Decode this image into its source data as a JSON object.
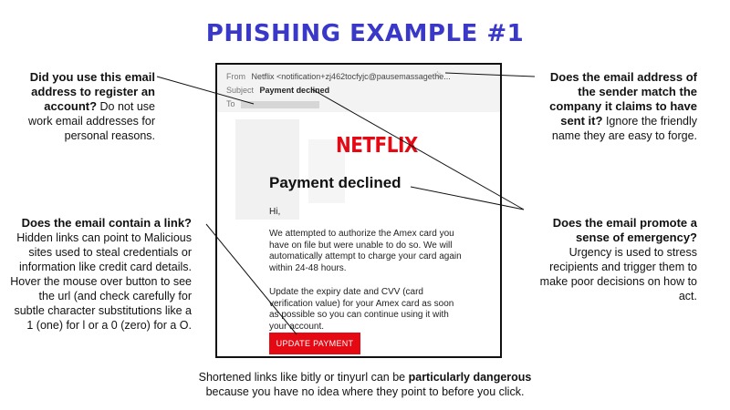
{
  "title": "PHISHING EXAMPLE #1",
  "callouts": {
    "left_top": {
      "question": "Did you use this email address to register an account?",
      "note": "Do not use work email addresses for personal reasons."
    },
    "left_bottom": {
      "question": "Does the email contain a link?",
      "note": "Hidden links can point to Malicious sites used to steal credentials or information like credit card details. Hover the mouse over button to see the url (and check carefully for subtle character substitutions like a 1 (one) for l or a 0 (zero) for a O."
    },
    "right_top": {
      "question": "Does the email address of the sender match the company it claims to have sent it?",
      "note": "Ignore the friendly name they are easy to forge."
    },
    "right_bottom": {
      "question": "Does the email promote a sense of emergency?",
      "note": "Urgency is used to stress recipients and trigger them to make poor decisions on how to act."
    }
  },
  "email": {
    "from_label": "From",
    "from_value": "Netflix <notification+zj462tocfyjc@pausemassagethe...",
    "subject_label": "Subject",
    "subject_value": "Payment declined",
    "to_label": "To",
    "logo": "NETFLIX",
    "headline": "Payment declined",
    "greeting": "Hi,",
    "paragraph1": "We attempted to authorize the Amex card you have on file but were unable to do so. We will automatically attempt to charge your card again within 24-48 hours.",
    "paragraph2": "Update the expiry date and CVV (card verification value) for your Amex card as soon as possible so you can continue using it with your account.",
    "button_label": "UPDATE PAYMENT"
  },
  "footnote": {
    "before": "Shortened links like bitly or tinyurl can be ",
    "emphasis": "particularly dangerous",
    "after": " because you have no idea where they point to before you click."
  },
  "colors": {
    "title": "#3a38c8",
    "brand_red": "#e50914"
  }
}
